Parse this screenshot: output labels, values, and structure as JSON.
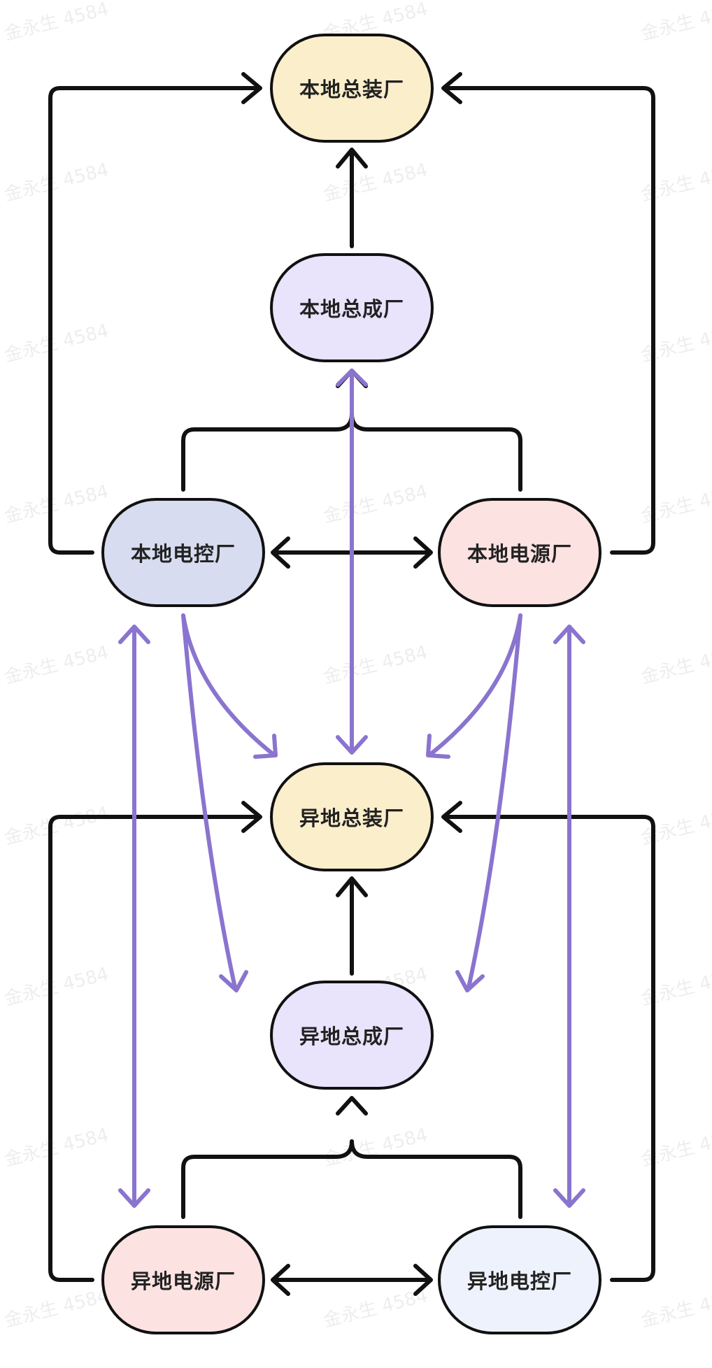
{
  "colors": {
    "assembly_fill": "#fbeecb",
    "integration_fill": "#e9e3fb",
    "local_control_fill": "#d8dcf0",
    "power_fill": "#fde2e2",
    "remote_control_fill": "#eef2fc",
    "black_edge": "#111111",
    "purple_edge": "#8a74cf"
  },
  "nodes": {
    "local_assembly": "本地总装厂",
    "local_integration": "本地总成厂",
    "local_control": "本地电控厂",
    "local_power": "本地电源厂",
    "remote_assembly": "异地总装厂",
    "remote_integration": "异地总成厂",
    "remote_power": "异地电源厂",
    "remote_control": "异地电控厂"
  },
  "watermark": {
    "text": "金永生 4584"
  }
}
